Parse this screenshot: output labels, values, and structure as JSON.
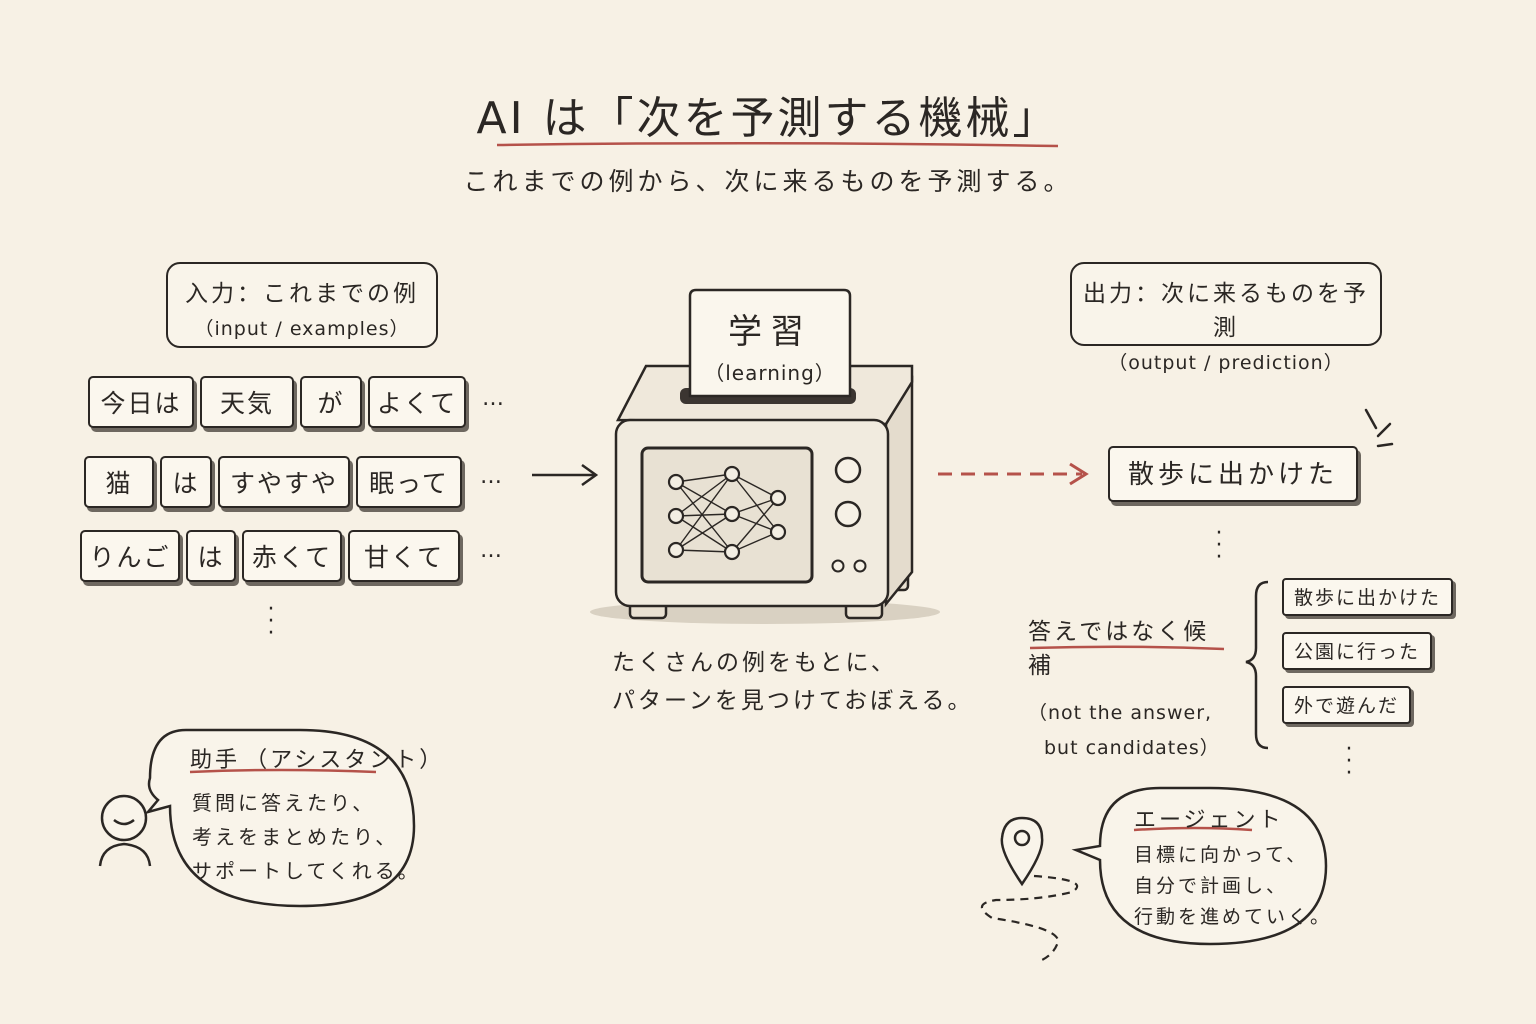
{
  "header": {
    "title": "AI は「次を予測する機械」",
    "subtitle": "これまでの例から、次に来るものを予測する。"
  },
  "input_box": {
    "main": "入力：これまでの例",
    "sub": "（input / examples）"
  },
  "output_box": {
    "main": "出力：次に来るものを予測",
    "sub": "（output / prediction）"
  },
  "sentences": [
    [
      "今日は",
      "天気",
      "が",
      "よくて"
    ],
    [
      "猫",
      "は",
      "すやすや",
      "眠って"
    ],
    [
      "りんご",
      "は",
      "赤くて",
      "甘くて"
    ]
  ],
  "ellipsis": "…",
  "machine": {
    "card_main": "学習",
    "card_sub": "（learning）",
    "caption_line1": "たくさんの例をもとに、",
    "caption_line2": "パターンを見つけておぼえる。"
  },
  "prediction": {
    "top": "散歩に出かけた",
    "label_main": "答えではなく候補",
    "label_sub1": "（not the answer,",
    "label_sub2": "but candidates）",
    "candidates": [
      "散歩に出かけた",
      "公園に行った",
      "外で遊んだ"
    ]
  },
  "assistant": {
    "title": "助手",
    "title_sub": "（アシスタント）",
    "lines": [
      "質問に答えたり、",
      "考えをまとめたり、",
      "サポートしてくれる。"
    ]
  },
  "agent": {
    "title": "エージェント",
    "lines": [
      "目標に向かって、",
      "自分で計画し、",
      "行動を進めていく。"
    ]
  },
  "colors": {
    "accent_red": "#b5524a",
    "ink": "#2b2724",
    "paper": "#f7f1e5"
  },
  "icons": [
    "person-icon",
    "location-pin-icon",
    "neural-network-icon",
    "sparkle-icon"
  ]
}
